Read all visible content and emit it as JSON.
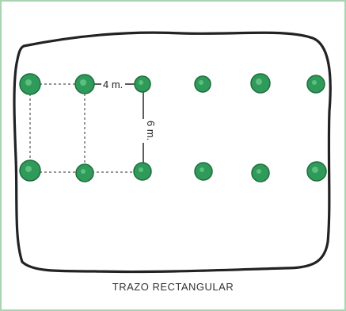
{
  "diagram": {
    "caption": "TRAZO RECTANGULAR",
    "horizontal_spacing_label": "4 m.",
    "vertical_spacing_label": "6 m.",
    "rows": 2,
    "columns": 6,
    "colors": {
      "frame": "#a9d4b3",
      "plot_outline": "#222222",
      "tree_fill": "#2f9a5a",
      "tree_dark": "#1d6e3c",
      "guide_line": "#555555"
    }
  }
}
